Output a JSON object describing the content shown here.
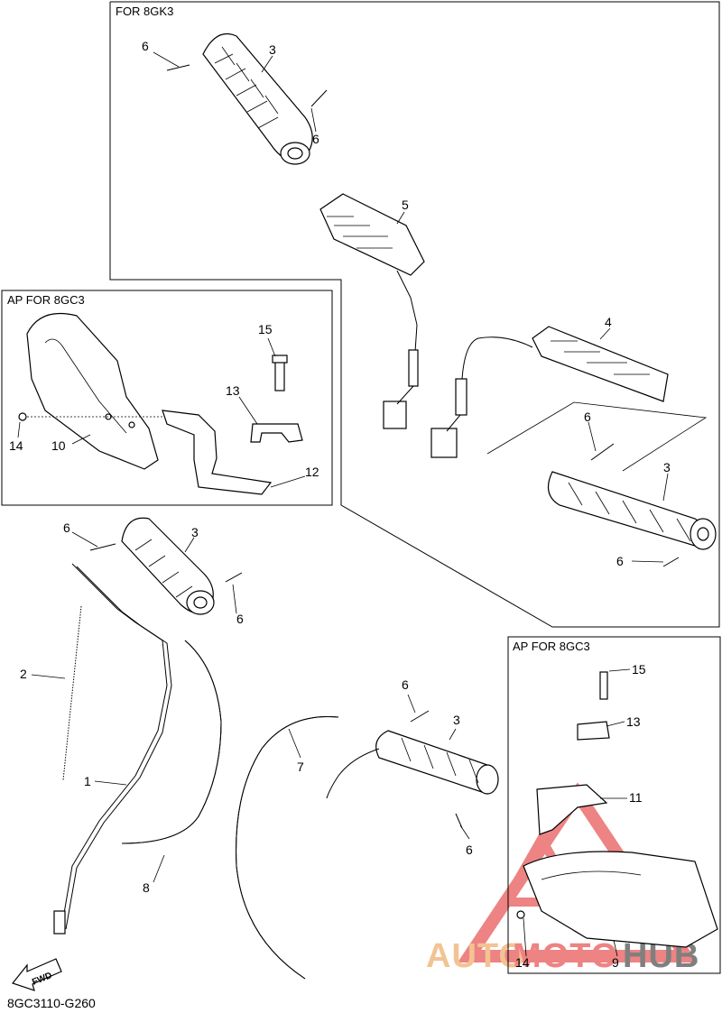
{
  "boxes": {
    "top": "FOR 8GK3",
    "left": "AP FOR 8GC3",
    "right": "AP FOR 8GC3"
  },
  "part_numbers": {
    "p1": "1",
    "p2": "2",
    "p3a": "3",
    "p3b": "3",
    "p3c": "3",
    "p3d": "3",
    "p4": "4",
    "p5": "5",
    "p6a": "6",
    "p6b": "6",
    "p6c": "6",
    "p6d": "6",
    "p6e": "6",
    "p6f": "6",
    "p6g": "6",
    "p6h": "6",
    "p7": "7",
    "p8": "8",
    "p9": "9",
    "p10": "10",
    "p11": "11",
    "p12": "12",
    "p13a": "13",
    "p13b": "13",
    "p14a": "14",
    "p14b": "14",
    "p15a": "15",
    "p15b": "15"
  },
  "fwd_label": "FWD",
  "diagram_code": "8GC3110-G260",
  "watermark": {
    "part1": "AUTO",
    "part2": "MOTO",
    "part3": "HUB",
    "color1": "#f0b070",
    "color2": "#e85a5a",
    "color3": "#444444"
  }
}
